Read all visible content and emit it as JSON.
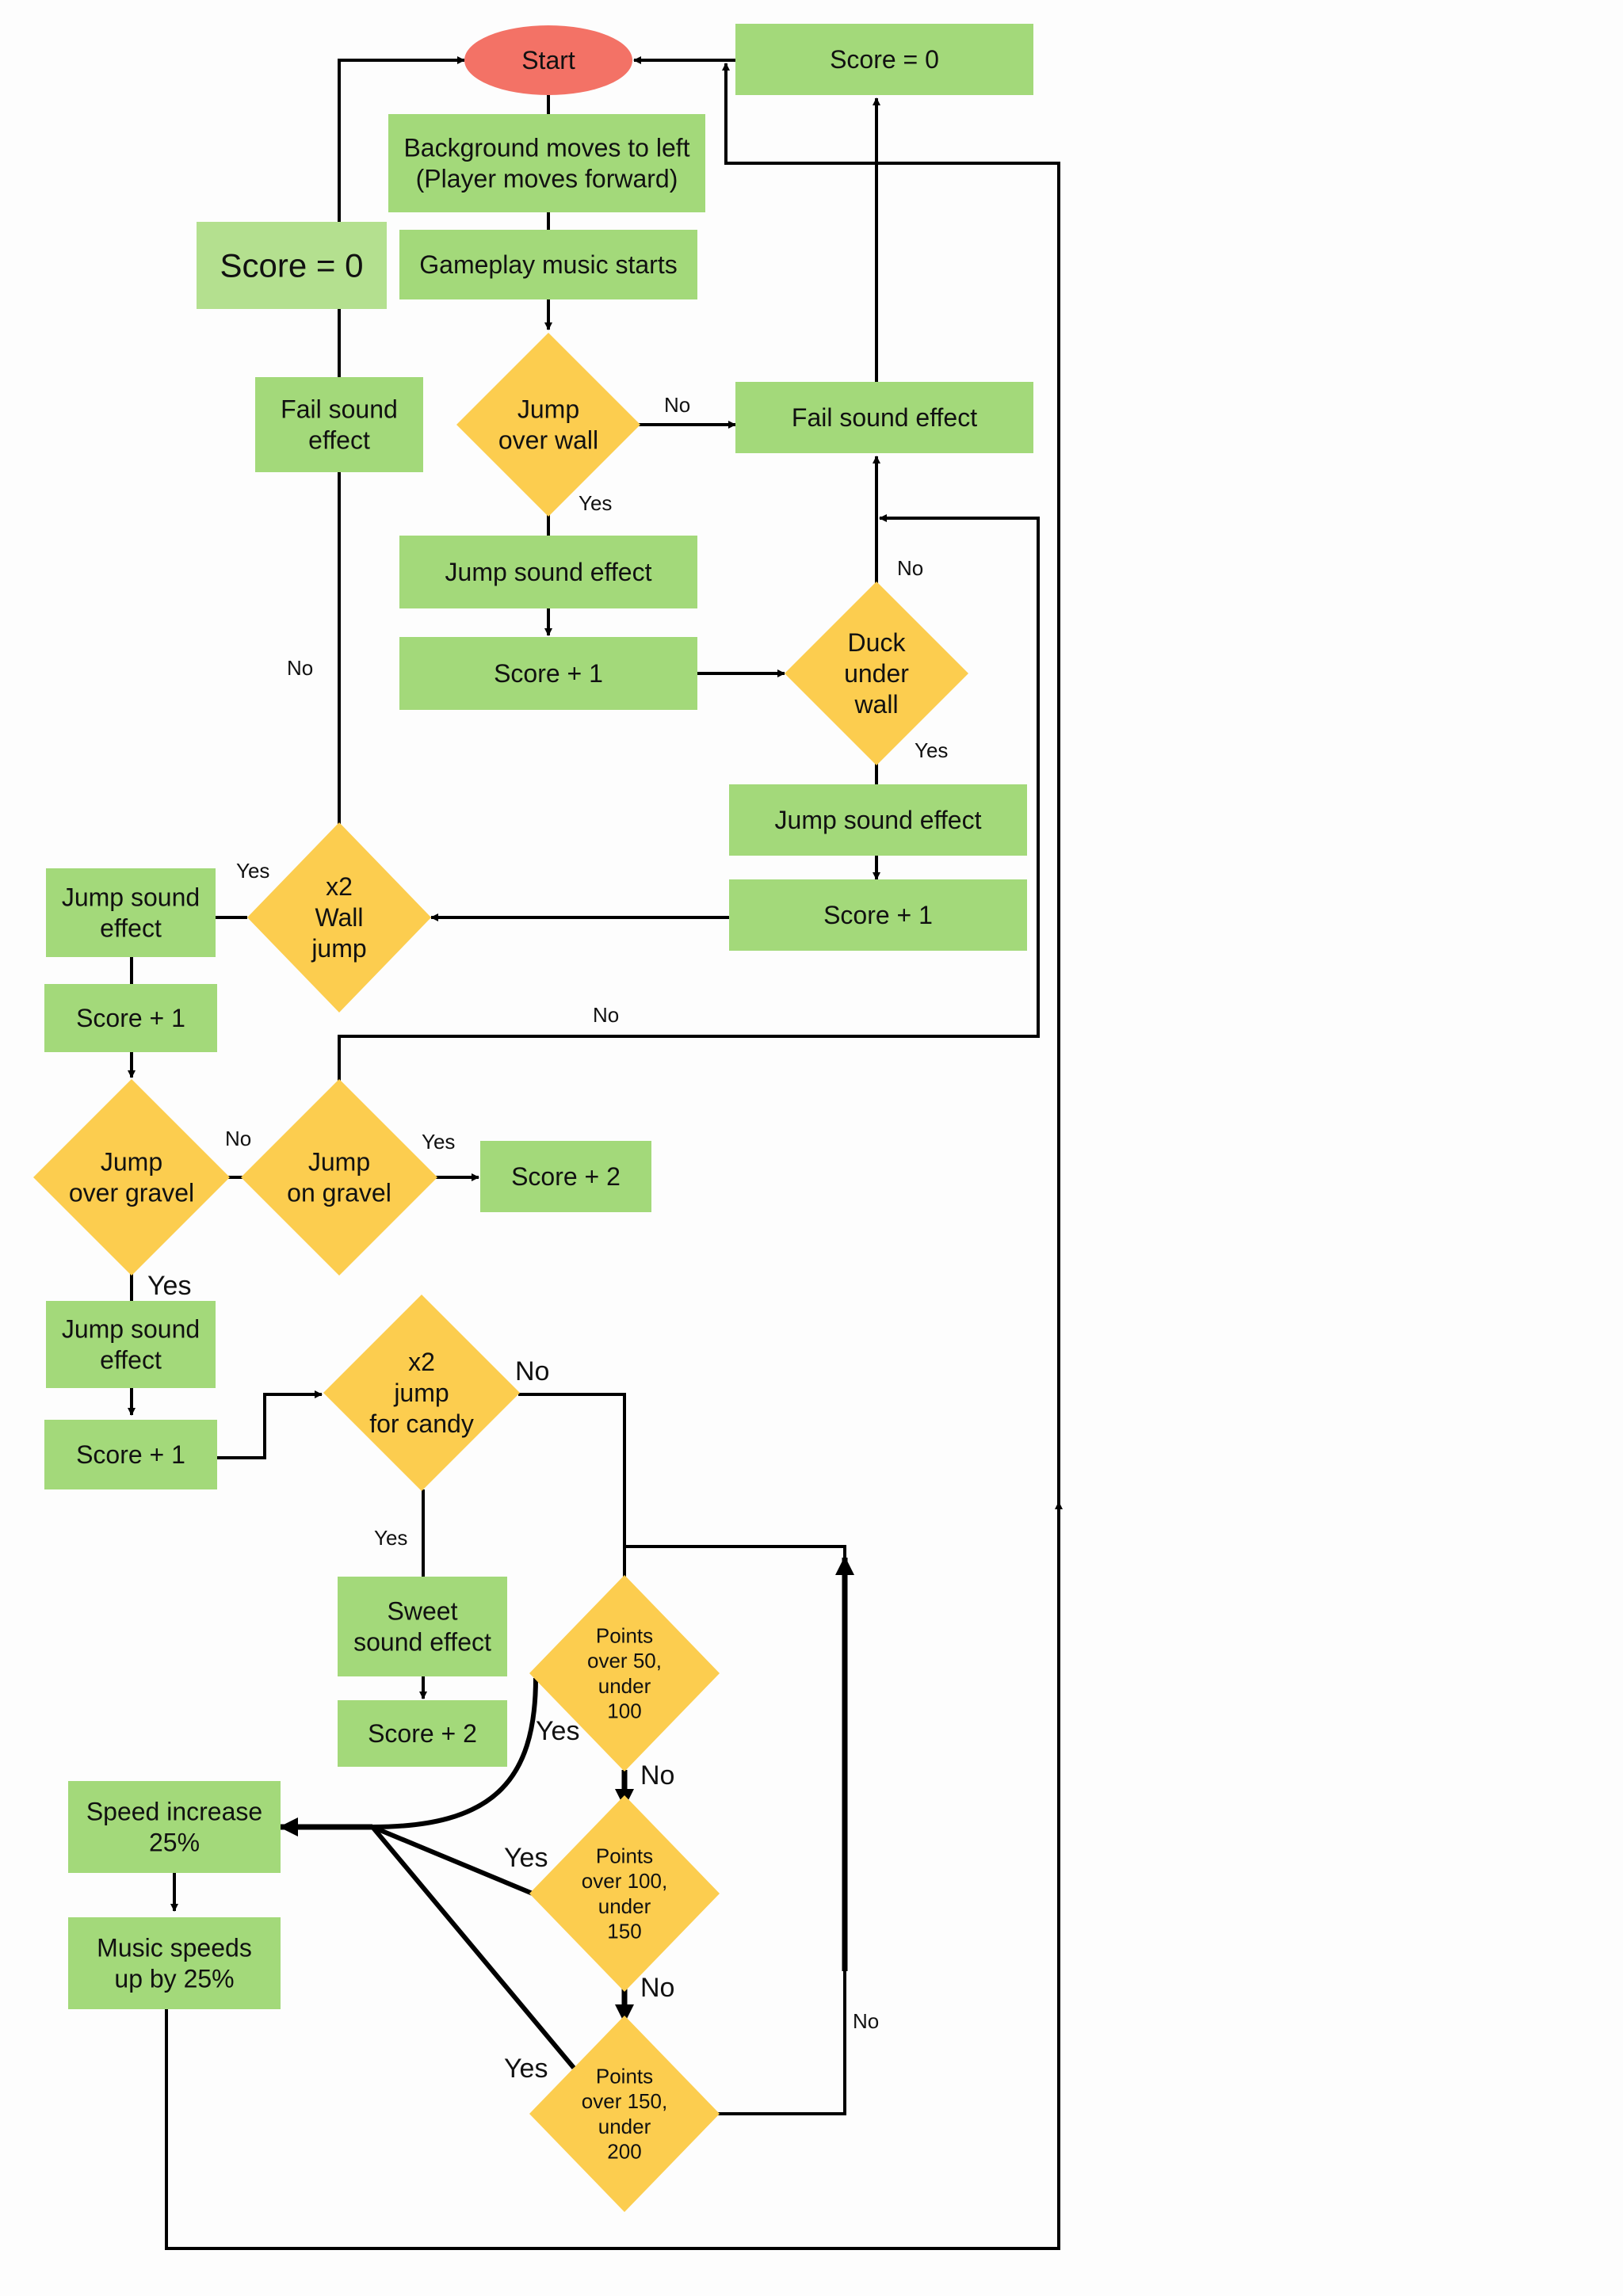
{
  "colors": {
    "start": "#f37266",
    "process": "#a3d97a",
    "process_light": "#b4e08f",
    "decision": "#fccd4f",
    "line": "#000000",
    "text": "#111111"
  },
  "nodes": {
    "start": {
      "lines": [
        "Start"
      ]
    },
    "score_reset_top": {
      "lines": [
        "Score = 0"
      ]
    },
    "background_moves": {
      "lines": [
        "Background moves to left",
        "(Player moves forward)"
      ]
    },
    "score_reset_left": {
      "lines": [
        "Score = 0"
      ]
    },
    "music_starts": {
      "lines": [
        "Gameplay music starts"
      ]
    },
    "jump_over_wall": {
      "lines": [
        "Jump",
        "over wall"
      ]
    },
    "fail_sound_right": {
      "lines": [
        "Fail sound effect"
      ]
    },
    "fail_sound_left": {
      "lines": [
        "Fail sound",
        "effect"
      ]
    },
    "jump_sound_1": {
      "lines": [
        "Jump sound effect"
      ]
    },
    "score_plus_1_a": {
      "lines": [
        "Score + 1"
      ]
    },
    "duck_under_wall": {
      "lines": [
        "Duck",
        "under",
        "wall"
      ]
    },
    "jump_sound_2": {
      "lines": [
        "Jump sound effect"
      ]
    },
    "score_plus_1_b": {
      "lines": [
        "Score + 1"
      ]
    },
    "x2_wall_jump": {
      "lines": [
        "x2",
        "Wall",
        "jump"
      ]
    },
    "jump_sound_3": {
      "lines": [
        "Jump sound",
        "effect"
      ]
    },
    "score_plus_1_c": {
      "lines": [
        "Score + 1"
      ]
    },
    "jump_over_gravel": {
      "lines": [
        "Jump",
        "over gravel"
      ]
    },
    "jump_on_gravel": {
      "lines": [
        "Jump",
        "on gravel"
      ]
    },
    "score_plus_2_a": {
      "lines": [
        "Score + 2"
      ]
    },
    "jump_sound_4": {
      "lines": [
        "Jump sound",
        "effect"
      ]
    },
    "score_plus_1_d": {
      "lines": [
        "Score + 1"
      ]
    },
    "x2_jump_candy": {
      "lines": [
        "x2",
        "jump",
        "for candy"
      ]
    },
    "sweet_sound": {
      "lines": [
        "Sweet",
        "sound effect"
      ]
    },
    "score_plus_2_b": {
      "lines": [
        "Score + 2"
      ]
    },
    "points_50_100": {
      "lines": [
        "Points",
        "over 50,",
        "under",
        "100"
      ]
    },
    "points_100_150": {
      "lines": [
        "Points",
        "over 100,",
        "under",
        "150"
      ]
    },
    "points_150_200": {
      "lines": [
        "Points",
        "over 150,",
        "under",
        "200"
      ]
    },
    "speed_increase": {
      "lines": [
        "Speed increase",
        "25%"
      ]
    },
    "music_speeds": {
      "lines": [
        "Music speeds",
        "up by 25%"
      ]
    }
  },
  "edge_labels": {
    "no_jump_wall": "No",
    "yes_jump_wall": "Yes",
    "no_duck": "No",
    "yes_duck": "Yes",
    "yes_x2_wall": "Yes",
    "no_x2_wall": "No",
    "no_gravel_loop": "No",
    "no_over_gravel": "No",
    "yes_on_gravel": "Yes",
    "yes_over_gravel": "Yes",
    "no_candy": "No",
    "yes_candy": "Yes",
    "yes_points_50": "Yes",
    "no_points_50": "No",
    "yes_points_100": "Yes",
    "no_points_100": "No",
    "yes_points_150": "Yes",
    "no_points_150": "No"
  }
}
